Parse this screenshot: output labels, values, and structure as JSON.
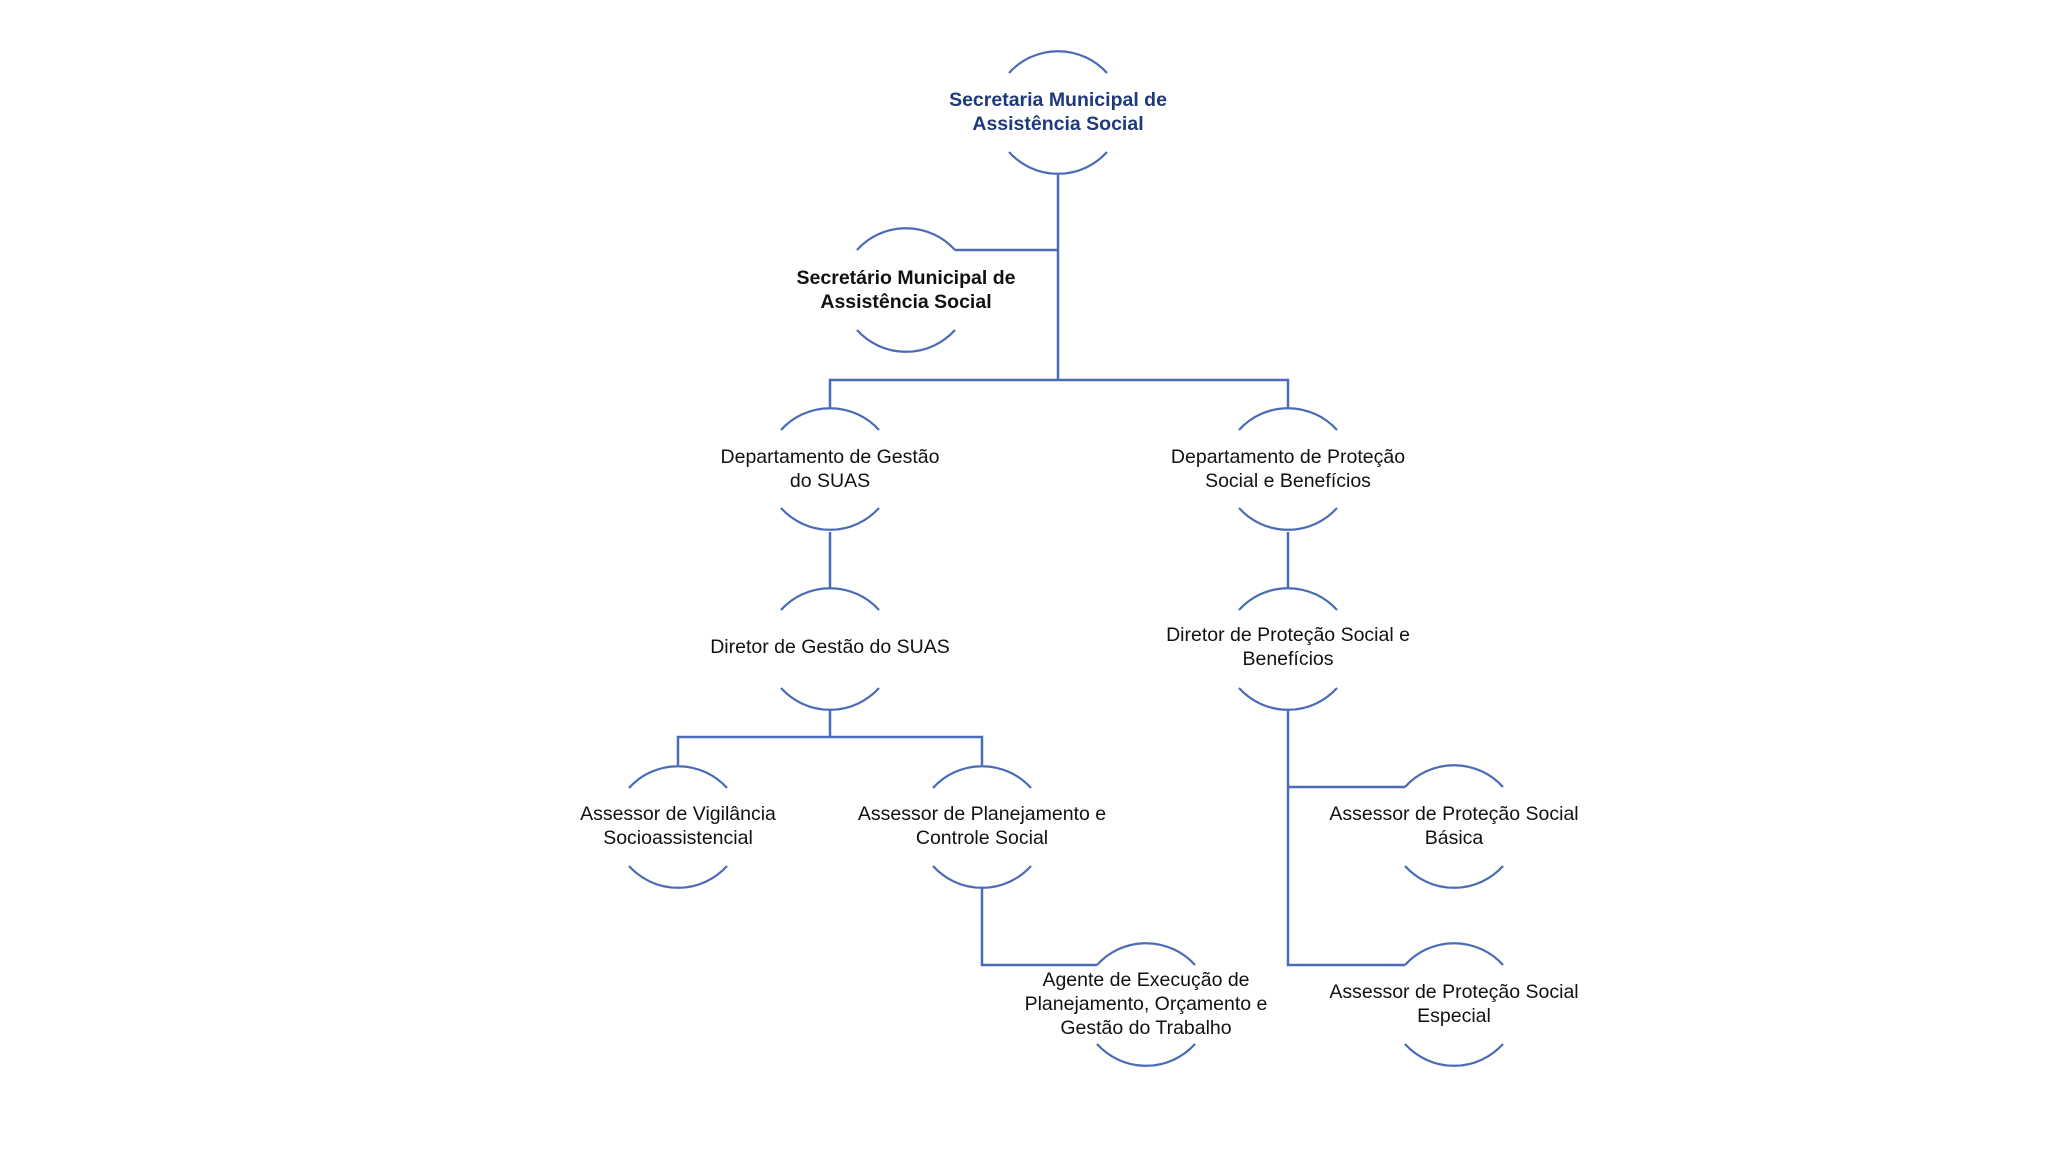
{
  "nodes": {
    "secretaria": {
      "lines": [
        "Secretaria Municipal de",
        "Assistência Social"
      ]
    },
    "secretario": {
      "lines": [
        "Secretário Municipal de",
        "Assistência Social"
      ]
    },
    "dept_gestao": {
      "lines": [
        "Departamento de Gestão",
        "do SUAS"
      ]
    },
    "dept_protecao": {
      "lines": [
        "Departamento de Proteção",
        "Social e Benefícios"
      ]
    },
    "dir_gestao": {
      "lines": [
        "Diretor de Gestão do SUAS"
      ]
    },
    "dir_protecao": {
      "lines": [
        "Diretor de Proteção Social e",
        "Benefícios"
      ]
    },
    "assessor_vigilancia": {
      "lines": [
        "Assessor de Vigilância",
        "Socioassistencial"
      ]
    },
    "assessor_planejamento": {
      "lines": [
        "Assessor de Planejamento e",
        "Controle Social"
      ]
    },
    "agente_execucao": {
      "lines": [
        "Agente de Execução de",
        "Planejamento, Orçamento e",
        "Gestão do Trabalho"
      ]
    },
    "assessor_basica": {
      "lines": [
        "Assessor de Proteção Social",
        "Básica"
      ]
    },
    "assessor_especial": {
      "lines": [
        "Assessor de Proteção Social",
        "Especial"
      ]
    }
  },
  "colors": {
    "line": "#4a6bb5",
    "root_text": "#1f3a7a",
    "text": "#111111"
  }
}
